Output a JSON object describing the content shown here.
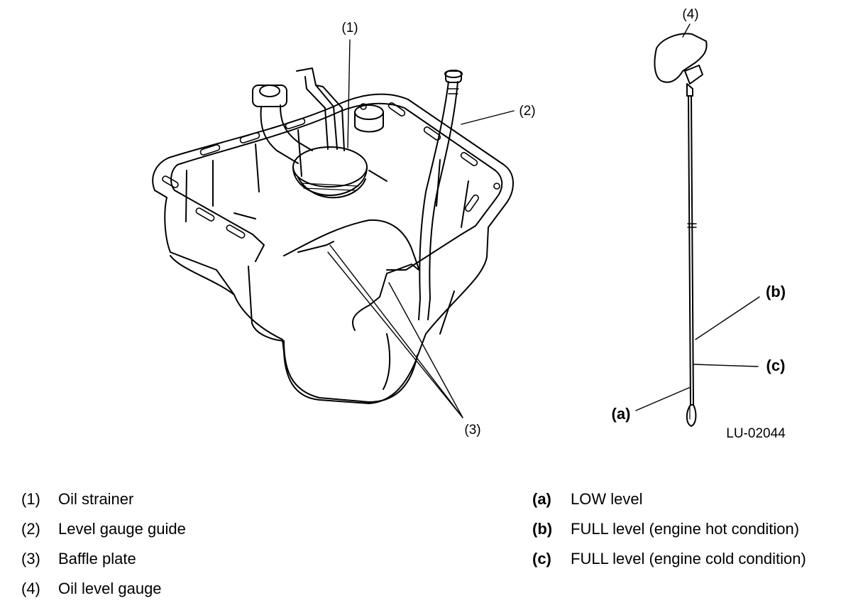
{
  "callouts": {
    "c1": "(1)",
    "c2": "(2)",
    "c3": "(3)",
    "c4": "(4)",
    "ca": "(a)",
    "cb": "(b)",
    "cc": "(c)"
  },
  "figure_id": "LU-02044",
  "legend_left": [
    {
      "key": "(1)",
      "text": "Oil strainer"
    },
    {
      "key": "(2)",
      "text": "Level gauge guide"
    },
    {
      "key": "(3)",
      "text": "Baffle plate"
    },
    {
      "key": "(4)",
      "text": "Oil level gauge"
    }
  ],
  "legend_right": [
    {
      "key": "(a)",
      "text": "LOW level"
    },
    {
      "key": "(b)",
      "text": "FULL level (engine hot condition)"
    },
    {
      "key": "(c)",
      "text": "FULL level (engine cold condition)"
    }
  ]
}
